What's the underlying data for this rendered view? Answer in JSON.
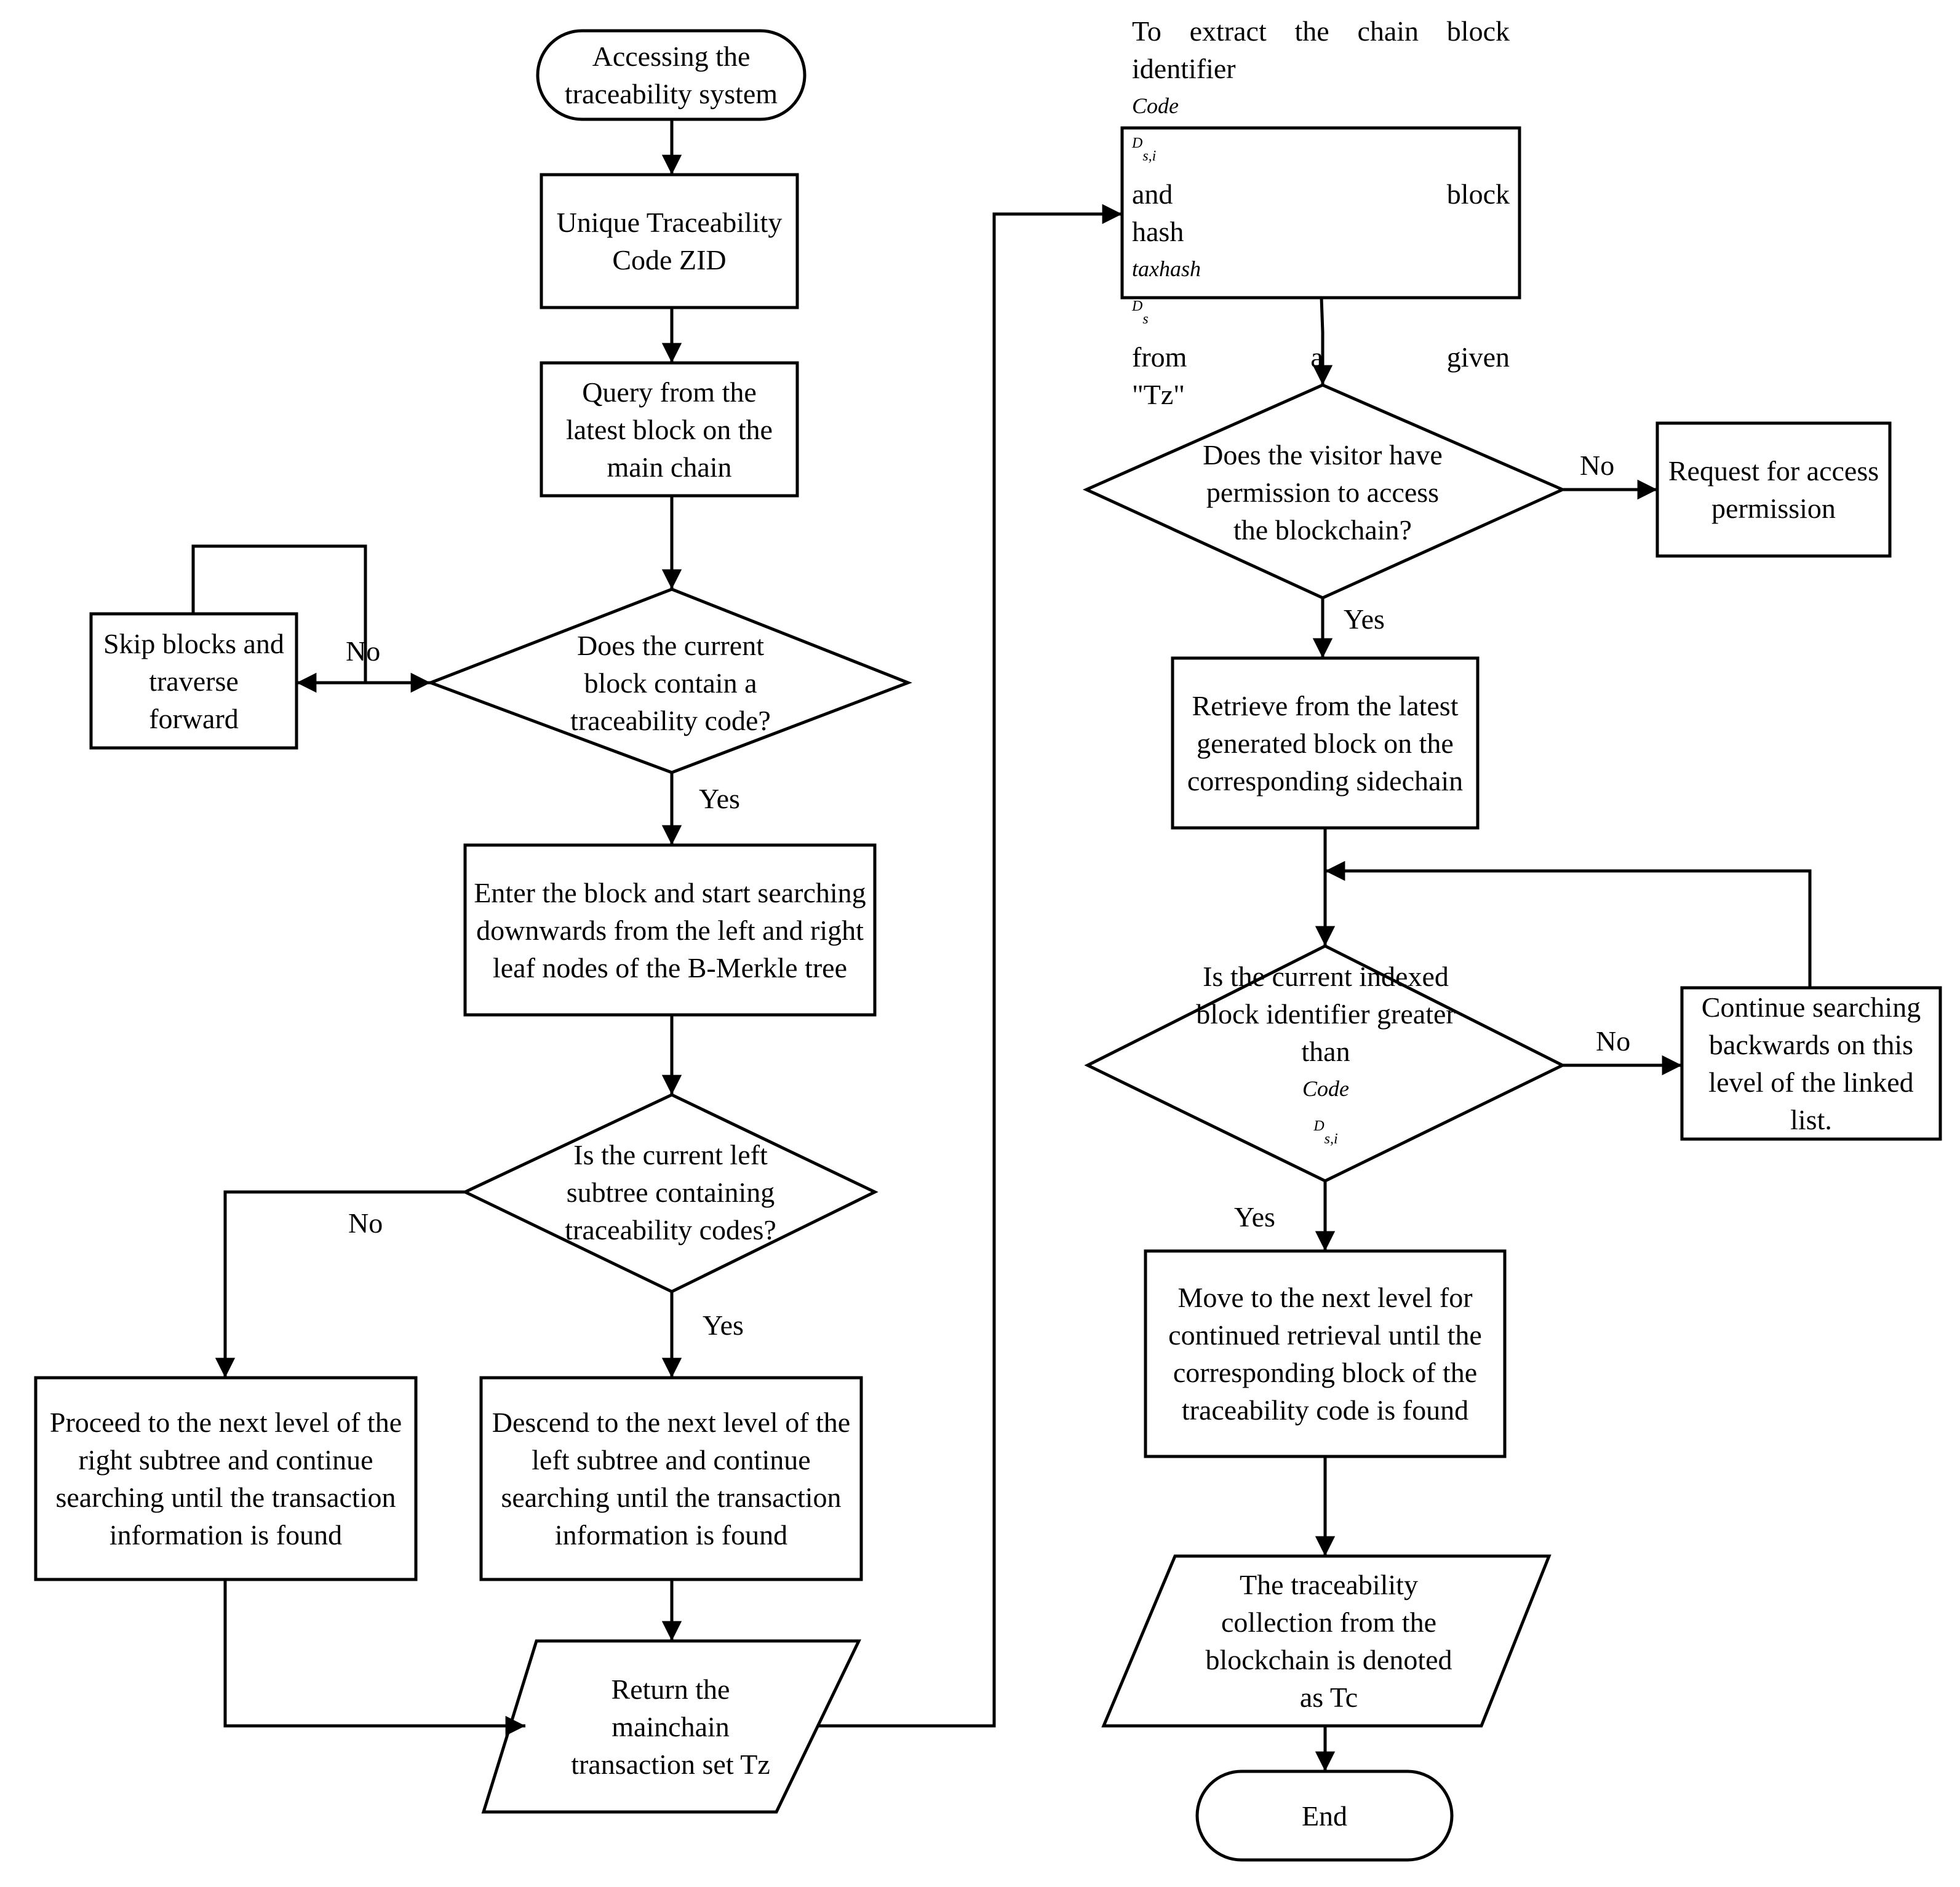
{
  "nodes": {
    "access": "Accessing the traceability system",
    "utc": "Unique Traceability Code ZID",
    "query": "Query from the latest block on the main chain",
    "skip": "Skip blocks and traverse forward",
    "contains": "Does the current block contain a traceability code?",
    "enter": "Enter the block and start searching downwards from the left and right leaf nodes of the B-Merkle tree",
    "left_subtree": "Is the current left subtree containing traceability codes?",
    "proceed_right": "Proceed to the next level of the right subtree and continue searching until the transaction information is found",
    "descend_left": "Descend to the next level of the left subtree and continue searching until the transaction information is found",
    "return_tz": "Return the mainchain transaction set Tz",
    "extract": {
      "line1": "To extract the chain block",
      "line2_pre": "identifier",
      "line2_post": "and block",
      "line3_pre": "hash",
      "line3_post": "from a given",
      "line4": "\"Tz\"",
      "code_base": "Code",
      "code_sup": "D",
      "code_sub": "s,i",
      "tax_base": "taxhash",
      "tax_sup": "D",
      "tax_sub": "s"
    },
    "permission": "Does the visitor have permission to access the blockchain?",
    "request": "Request for access permission",
    "retrieve": "Retrieve from the latest generated block on the corresponding sidechain",
    "greater": {
      "line1": "Is the current indexed",
      "line2": "block identifier greater",
      "line3_pre": "than",
      "code_base": "Code",
      "code_sup": "D",
      "code_sub": "s,i"
    },
    "continue_back": "Continue searching backwards on this level of the linked list.",
    "move_next": "Move to the next level for continued retrieval until the corresponding block of the traceability code is found",
    "collection": "The traceability collection from the blockchain is denoted as Tc",
    "end": "End"
  },
  "edges": {
    "no_skip": "No",
    "yes_enter": "Yes",
    "no_right": "No",
    "yes_left": "Yes",
    "no_request": "No",
    "yes_retrieve": "Yes",
    "no_continue": "No",
    "yes_move": "Yes"
  }
}
